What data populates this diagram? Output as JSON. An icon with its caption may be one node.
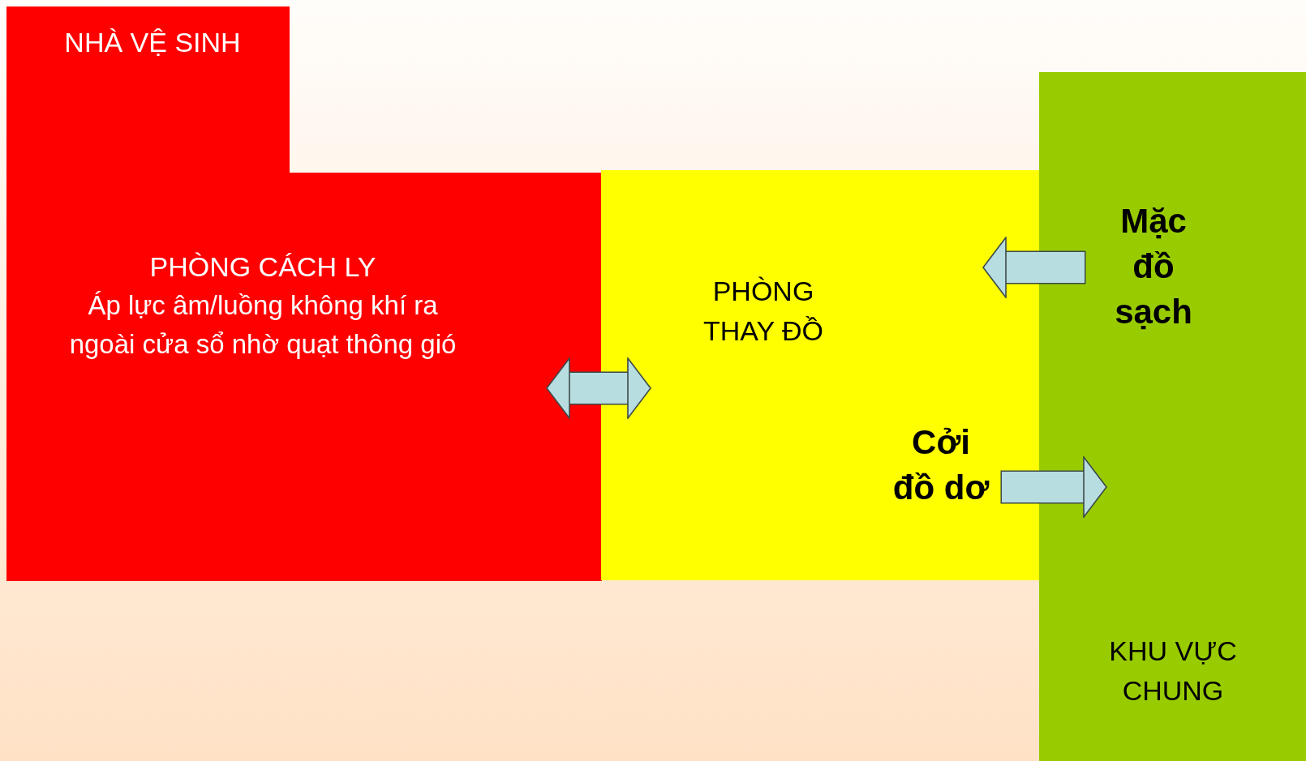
{
  "diagram": {
    "nodes": [
      {
        "text": [
          "NHÀ VỆ SINH"
        ]
      },
      {
        "text": [
          "PHÒNG CÁCH LY",
          "Áp lực âm/luồng không khí ra ngoài cửa sổ nhờ quạt thông gió"
        ]
      },
      {
        "text": [
          "PHÒNG THAY ĐỒ"
        ]
      },
      {
        "text": [
          "KHU VỰC CHUNG"
        ]
      }
    ],
    "edges": [
      {
        "from": 1,
        "to": 2,
        "arrow": "both"
      },
      {
        "from": 3,
        "to": 2,
        "arrow": "to"
      },
      {
        "from": 2,
        "to": 3,
        "arrow": "to"
      }
    ],
    "labels": [
      "Mặc đồ sạch",
      "Cởi đồ dơ"
    ]
  }
}
